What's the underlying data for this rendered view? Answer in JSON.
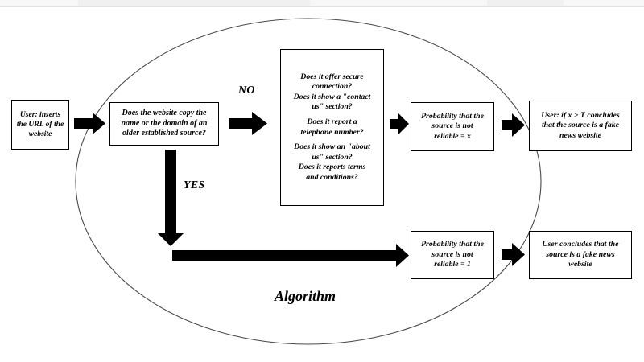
{
  "diagram": {
    "title_label": "Algorithm",
    "ellipse_label": "algorithm-boundary",
    "edge_labels": {
      "no": "NO",
      "yes": "YES"
    },
    "nodes": {
      "user_input": {
        "lines": [
          "User: inserts",
          "the URL of the",
          "website"
        ]
      },
      "copy_check": {
        "lines": [
          "Does the website copy the",
          "name or the domain of an",
          "older established source?"
        ]
      },
      "questions": {
        "group1": [
          "Does it offer secure",
          "connection?",
          "Does it show a \"contact",
          "us\" section?"
        ],
        "group2": [
          "Does it report a",
          "telephone number?"
        ],
        "group3": [
          "Does it show an \"about",
          "us\" section?",
          "Does it reports terms",
          "and conditions?"
        ]
      },
      "prob_x": {
        "lines": [
          "Probability that the",
          "source is not",
          "reliable = x"
        ]
      },
      "user_x_gt_t": {
        "lines": [
          "User: if x > T concludes",
          "that the source is a fake",
          "news website"
        ]
      },
      "prob_1": {
        "lines": [
          "Probability that the",
          "source is not",
          "reliable = 1"
        ]
      },
      "user_fake": {
        "lines": [
          "User concludes that the",
          "source is a fake news",
          "website"
        ]
      }
    },
    "colors": {
      "stroke": "#000000",
      "background": "#ffffff",
      "ellipse_stroke": "#4a4a4a",
      "header_bar": "#f0f0f0"
    }
  }
}
